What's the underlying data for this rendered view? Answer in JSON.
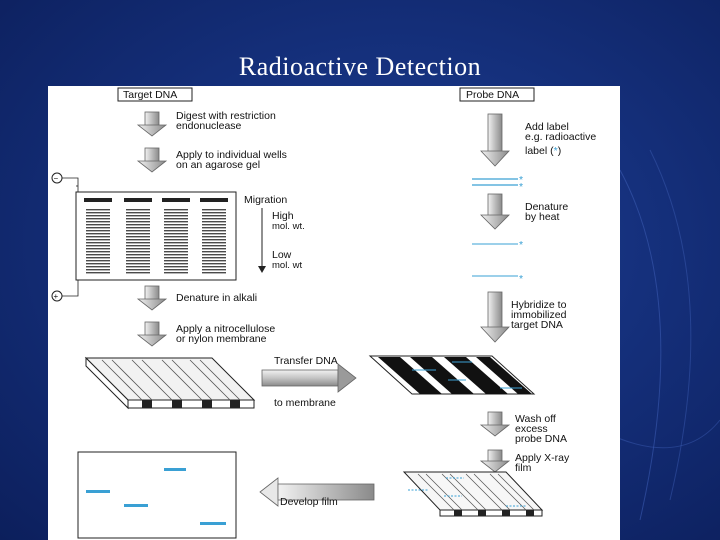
{
  "slide": {
    "title": "Radioactive Detection"
  },
  "diagram": {
    "target_dna": "Target DNA",
    "probe_dna": "Probe DNA",
    "step_digest_1": "Digest with restriction",
    "step_digest_2": "endonuclease",
    "step_apply_1": "Apply to individual wells",
    "step_apply_2": "on an agarose gel",
    "migration": "Migration",
    "high_1": "High",
    "high_2": "mol. wt.",
    "low_1": "Low",
    "low_2": "mol. wt",
    "denature_alkali": "Denature in alkali",
    "membrane_1": "Apply a nitrocellulose",
    "membrane_2": "or nylon membrane",
    "transfer_1": "Transfer DNA",
    "transfer_2": "to membrane",
    "label_1": "Add label",
    "label_2": "e.g. radioactive",
    "label_3a": "label (",
    "label_star": "*",
    "label_3b": ")",
    "denature_heat_1": "Denature",
    "denature_heat_2": "by heat",
    "hybridize_1": "Hybridize to",
    "hybridize_2": "immobilized",
    "hybridize_3": "target DNA",
    "wash_1": "Wash off",
    "wash_2": "excess",
    "wash_3": "probe DNA",
    "xray_1": "Apply X-ray",
    "xray_2": "film",
    "develop": "Develop film",
    "star": "*",
    "electrode_negative": "−",
    "electrode_positive": "+",
    "probe_color": "#3aa0d4"
  }
}
